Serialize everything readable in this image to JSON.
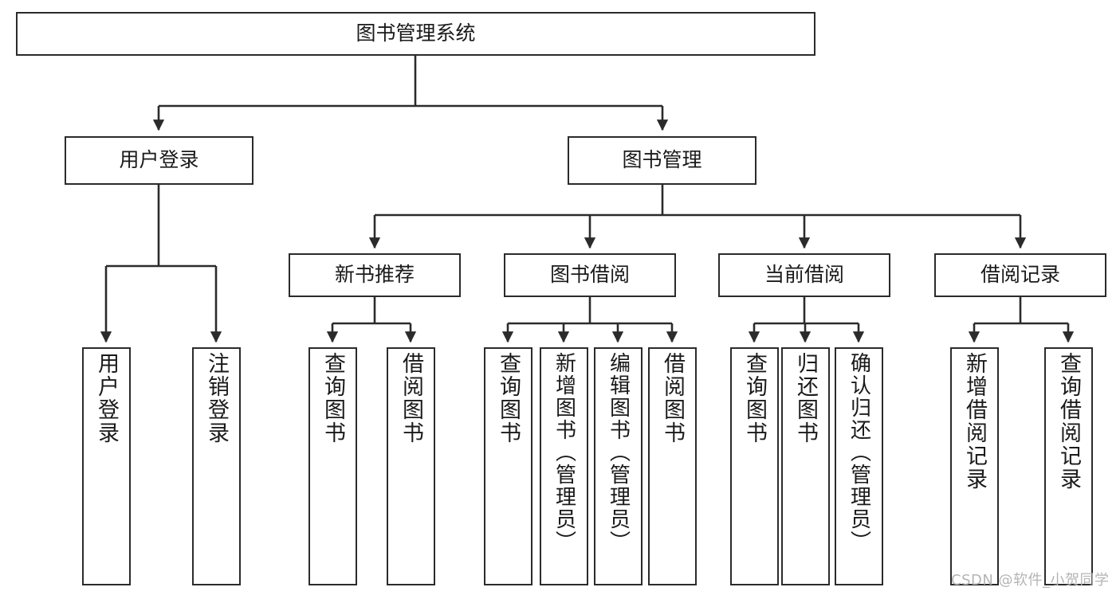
{
  "diagram": {
    "title": "图书管理系统",
    "type": "tree-hierarchy-chart",
    "root": {
      "id": "root",
      "label": "图书管理系统"
    },
    "level2": [
      {
        "id": "user-login",
        "label": "用户登录"
      },
      {
        "id": "book-management",
        "label": "图书管理"
      }
    ],
    "level3": [
      {
        "id": "new-book-recommend",
        "label": "新书推荐",
        "parent": "book-management"
      },
      {
        "id": "book-borrow",
        "label": "图书借阅",
        "parent": "book-management"
      },
      {
        "id": "current-borrow",
        "label": "当前借阅",
        "parent": "book-management"
      },
      {
        "id": "borrow-record",
        "label": "借阅记录",
        "parent": "book-management"
      }
    ],
    "leaves": [
      {
        "id": "leaf-user-login",
        "label": "用户登录",
        "parent": "user-login"
      },
      {
        "id": "leaf-logout",
        "label": "注销登录",
        "parent": "user-login"
      },
      {
        "id": "leaf-query-book-1",
        "label": "查询图书",
        "parent": "new-book-recommend"
      },
      {
        "id": "leaf-borrow-book-1",
        "label": "借阅图书",
        "parent": "new-book-recommend"
      },
      {
        "id": "leaf-query-book-2",
        "label": "查询图书",
        "parent": "book-borrow"
      },
      {
        "id": "leaf-add-book",
        "label": "新增图书（管理员）",
        "parent": "book-borrow"
      },
      {
        "id": "leaf-edit-book",
        "label": "编辑图书（管理员）",
        "parent": "book-borrow"
      },
      {
        "id": "leaf-borrow-book-2",
        "label": "借阅图书",
        "parent": "book-borrow"
      },
      {
        "id": "leaf-query-book-3",
        "label": "查询图书",
        "parent": "current-borrow"
      },
      {
        "id": "leaf-return-book",
        "label": "归还图书",
        "parent": "current-borrow"
      },
      {
        "id": "leaf-confirm-return",
        "label": "确认归还（管理员）",
        "parent": "current-borrow"
      },
      {
        "id": "leaf-add-record",
        "label": "新增借阅记录",
        "parent": "borrow-record"
      },
      {
        "id": "leaf-query-record",
        "label": "查询借阅记录",
        "parent": "borrow-record"
      }
    ]
  },
  "watermark": {
    "text": "CSDN @软件_小贺同学"
  },
  "colors": {
    "stroke": "#2b2b2b",
    "fill": "#ffffff",
    "text": "#1a1a1a",
    "watermark": "#b4b4b4"
  }
}
